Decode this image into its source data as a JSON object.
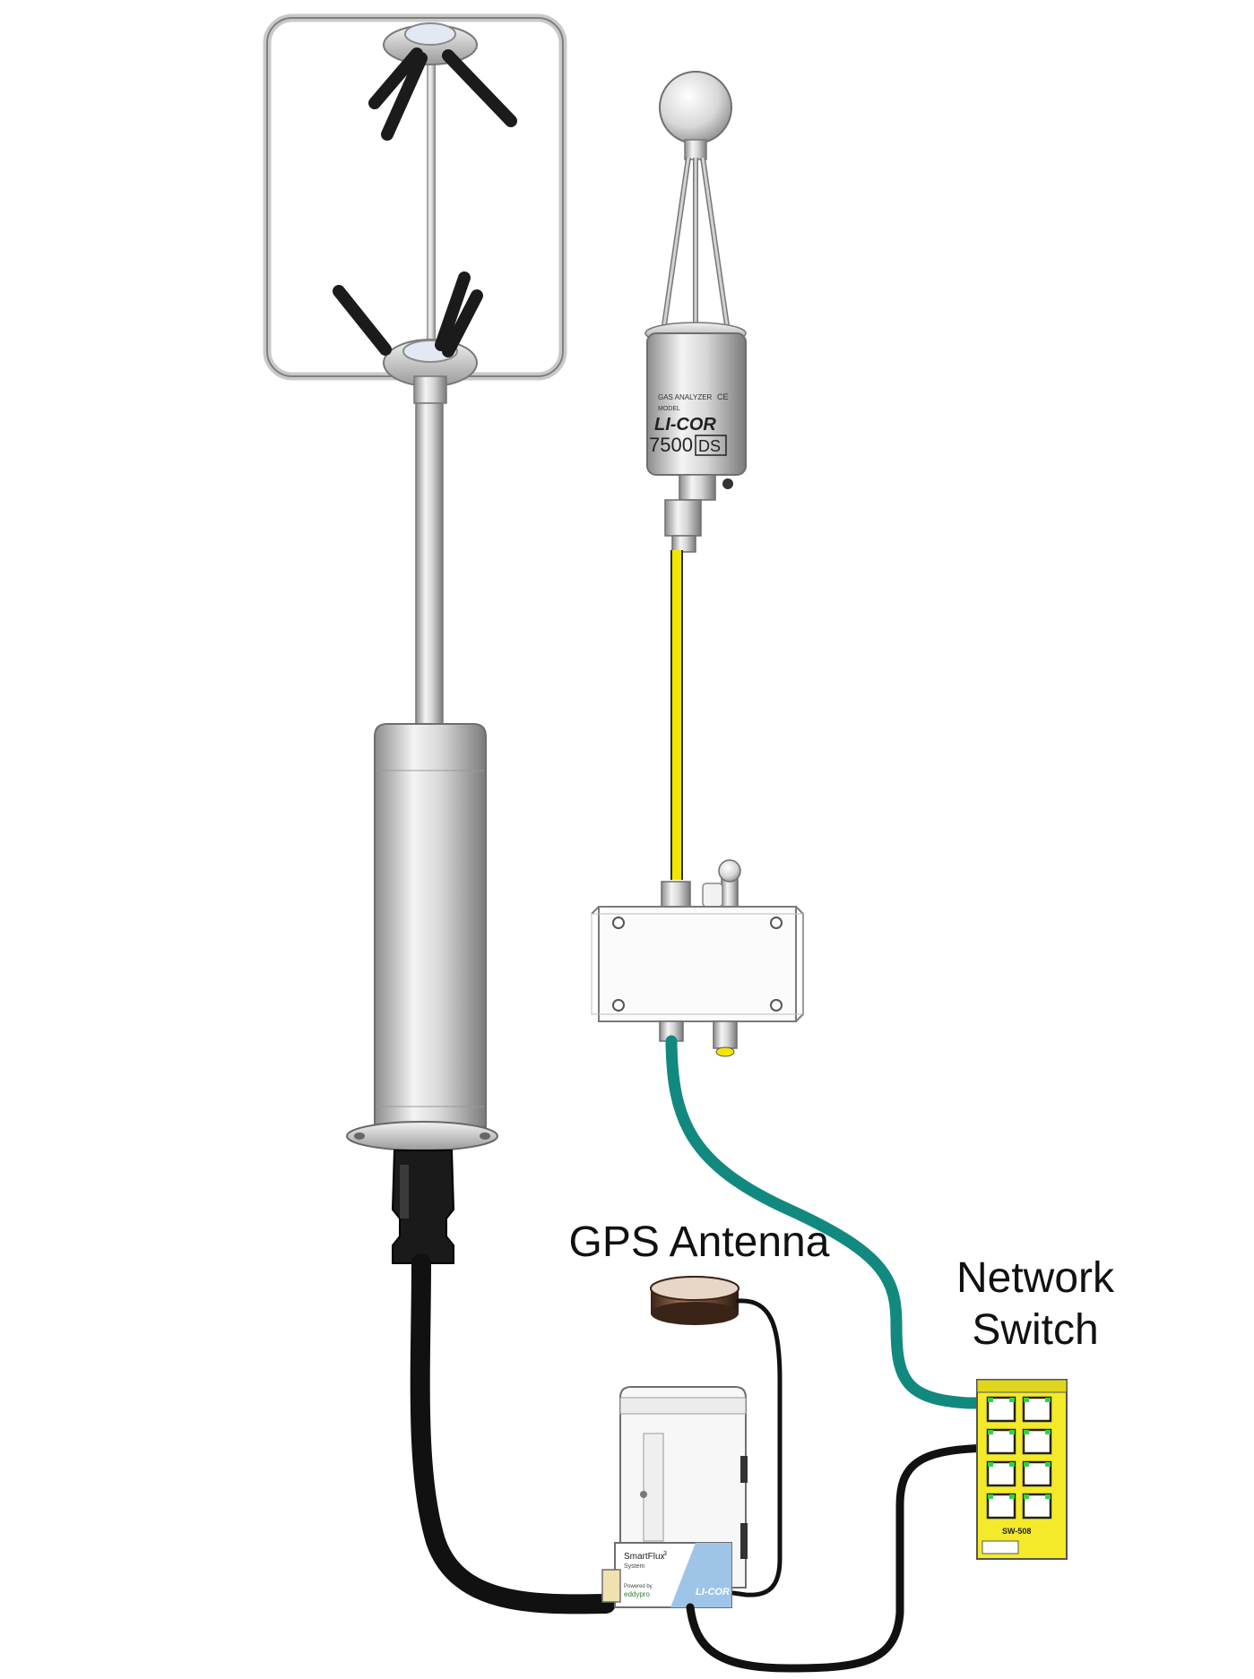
{
  "labels": {
    "gps_antenna": "GPS Antenna",
    "network_switch": [
      "Network",
      "Switch"
    ]
  },
  "device_text": {
    "analyzer_brand": "LI-COR",
    "analyzer_model": "7500",
    "analyzer_suffix": "DS",
    "smartflux_name": "SmartFlux",
    "smartflux_version": "3",
    "smartflux_sub": "System",
    "powered_by": "Powered by",
    "powered_brand": "eddypro",
    "smartflux_brand": "LI-COR",
    "switch_model": "SW-508"
  },
  "colors": {
    "analyzer_cable": "#f2e600",
    "ethernet_cable": "#12897f",
    "power_cable": "#111111",
    "switch_body": "#f4ea2a",
    "port_led": "#32d14a",
    "licor_blue": "#9ec5e8"
  }
}
